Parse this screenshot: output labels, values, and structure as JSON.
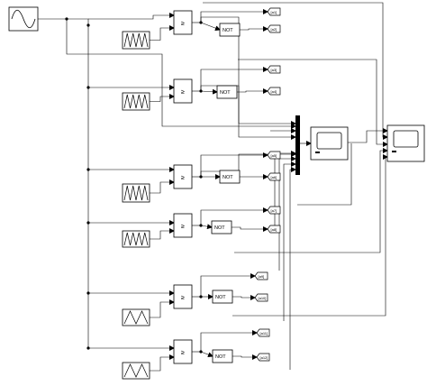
{
  "source": {
    "kind": "sine-wave"
  },
  "stages": [
    {
      "carrier": "triangle-high",
      "cmp": "≥",
      "not": "NOT",
      "out1": "[a1]",
      "out2": "[a2]"
    },
    {
      "carrier": "triangle-high",
      "cmp": "≥",
      "not": "NOT",
      "out1": "[a3]",
      "out2": "[a4]"
    },
    {
      "carrier": "triangle-high",
      "cmp": "≥",
      "not": "NOT",
      "out1": "[a5]",
      "out2": "[a6]"
    },
    {
      "carrier": "triangle-high",
      "cmp": "≥",
      "not": "NOT",
      "out1": "[a7]",
      "out2": "[a8]"
    },
    {
      "carrier": "triangle-low",
      "cmp": "≥",
      "not": "NOT",
      "out1": "[a9]",
      "out2": "[a10]"
    },
    {
      "carrier": "triangle-low",
      "cmp": "≥",
      "not": "NOT",
      "out1": "[a11]",
      "out2": "[a12]"
    }
  ],
  "mux": {
    "inputs": 7
  },
  "scopes": [
    {
      "kind": "scope"
    },
    {
      "kind": "scope"
    }
  ]
}
